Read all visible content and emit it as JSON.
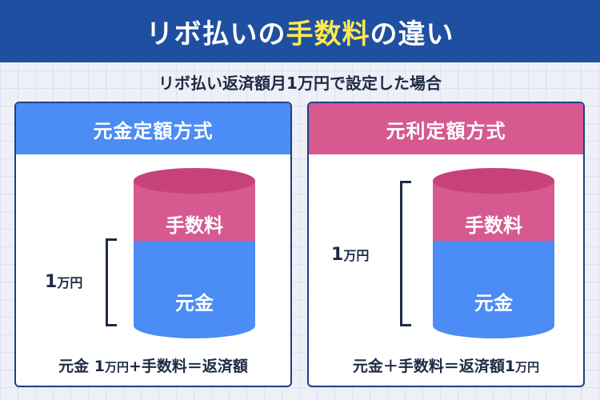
{
  "title": {
    "prefix": "リボ払いの",
    "highlight": "手数料",
    "suffix": "の違い"
  },
  "subtitle": "リボ払い返済額月1万円で設定した場合",
  "panels": {
    "left": {
      "heading": "元金定額方式",
      "fee_label": "手数料",
      "principal_label": "元金",
      "amount_num": "1",
      "amount_unit": "万円",
      "formula": {
        "a": "元金 1",
        "a_unit": "万円",
        "b": "+手数料＝返済額",
        "b_num": "",
        "b_unit": ""
      }
    },
    "right": {
      "heading": "元利定額方式",
      "fee_label": "手数料",
      "principal_label": "元金",
      "amount_num": "1",
      "amount_unit": "万円",
      "formula": {
        "a": "元金＋手数料＝返済額1",
        "a_unit": "万円"
      }
    }
  },
  "colors": {
    "header_bg": "#1f4fa1",
    "title_highlight": "#ffe94a",
    "principal": "#4b8cf5",
    "fee": "#d65a8f",
    "fee_top": "#c8427a",
    "border": "#1f3f85"
  }
}
